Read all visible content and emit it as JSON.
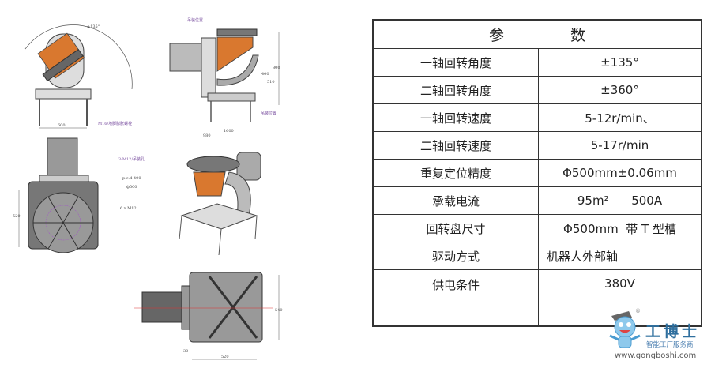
{
  "drawings": {
    "front_view": {
      "angle_label": "±135°",
      "width_label": "600",
      "bolt_label": "M16/地脚膨胀螺栓"
    },
    "side_view": {
      "top_label": "吊装位置",
      "height_total": "800",
      "height_1": "400",
      "height_2": "510",
      "base_width": "1600",
      "total_width": "980",
      "bottom_label": "吊装位置"
    },
    "top_view": {
      "hole_label": "3-M12/吊装孔",
      "pcd_label": "p.c.d 400",
      "diameter_label": "ф500",
      "slot_label": "6 x M12",
      "height_label": "520"
    },
    "plan_view": {
      "height_label": "540",
      "width_label": "520",
      "offset_label": "30"
    }
  },
  "spec_table": {
    "header": [
      "参",
      "数"
    ],
    "rows": [
      {
        "param": "一轴回转角度",
        "value": "±135°"
      },
      {
        "param": "二轴回转角度",
        "value": "±360°"
      },
      {
        "param": "一轴回转速度",
        "value": "5-12r/min、"
      },
      {
        "param": "二轴回转速度",
        "value": "5-17r/min"
      },
      {
        "param": "重复定位精度",
        "value": "Φ500mm±0.06mm"
      },
      {
        "param": "承载电流",
        "value": "95m²      500A"
      },
      {
        "param": "回转盘尺寸",
        "value": "Φ500mm  带 T 型槽"
      },
      {
        "param": "驱动方式",
        "value": "机器人外部轴"
      },
      {
        "param": "供电条件",
        "value": "380V"
      }
    ]
  },
  "logo": {
    "name": "工博士",
    "tagline": "智能工厂服务商",
    "url": "www.gongboshi.com",
    "registered": "®"
  },
  "colors": {
    "orange": "#d9782f",
    "gray": "#8a8a8a",
    "border": "#333333",
    "brand_blue": "#2f6f9e"
  }
}
